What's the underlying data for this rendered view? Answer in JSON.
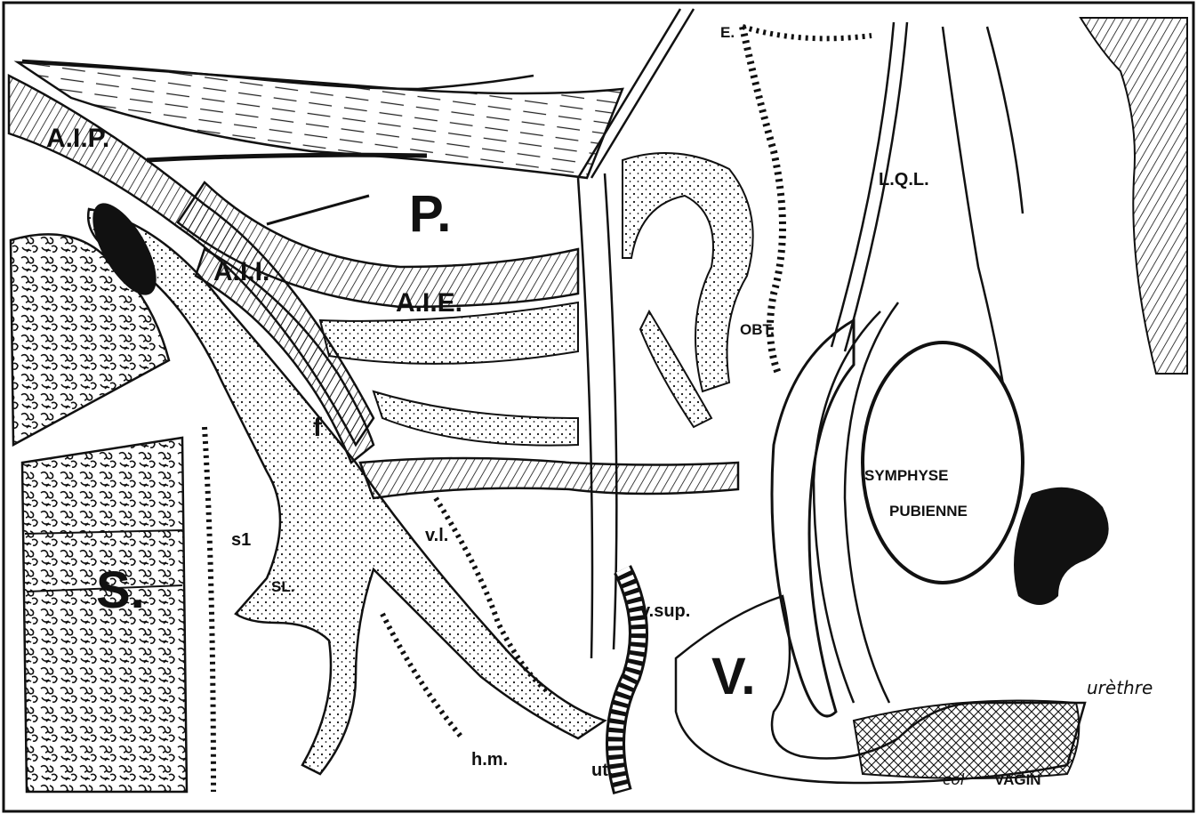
{
  "figure": {
    "labels": {
      "aip": "A.I.P.",
      "p": "P.",
      "aii": "A.I.I.",
      "aie": "A.I.E.",
      "f": "f",
      "s": "S.",
      "s1": "s1",
      "sl": "SL.",
      "vl": "v.l.",
      "hm": "h.m.",
      "ut": "ut.",
      "vsup": "v.sup.",
      "v": "V.",
      "e": "E.",
      "lql": "L.Q.L.",
      "obt": "OBT.",
      "symphyse_line1": "SYMPHYSE",
      "symphyse_line2": "PUBIENNE",
      "urethre": "urèthre",
      "col": "col",
      "vagin": "VAGIN"
    }
  }
}
